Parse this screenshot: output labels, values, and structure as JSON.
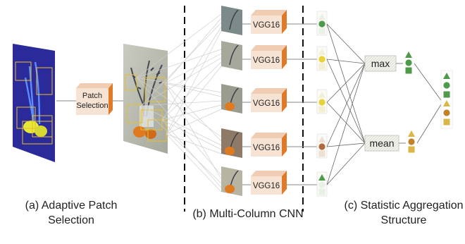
{
  "captions": {
    "a_line1": "(a) Adaptive Patch",
    "a_line2": "Selection",
    "b": "(b) Multi-Column CNN",
    "c_line1": "(c) Statistic Aggregation",
    "c_line2": "Structure"
  },
  "patch_selection": {
    "line1": "Patch",
    "line2": "Selection"
  },
  "vgg_label": "VGG16",
  "columns": 5,
  "aggregators": {
    "max": "max",
    "mean": "mean"
  },
  "column_icons": [
    [
      "triangle",
      "circle",
      "square"
    ],
    [
      "triangle",
      "circle",
      "square"
    ],
    [
      "triangle",
      "circle",
      "square"
    ],
    [
      "triangle",
      "circle",
      "square"
    ],
    [
      "triangle",
      "circle",
      "square"
    ]
  ],
  "column_highlight": [
    "circle",
    "circle",
    "circle",
    "circle",
    "triangle"
  ],
  "colors": {
    "green": "#4f9a4a",
    "yellow": "#e8d23a",
    "orange_brown": "#c0822d",
    "brown": "#b06a3e",
    "olive": "#d9b646",
    "box_fill": "#f6e3d4",
    "box_side": "#e07a28",
    "dashed": "#111111",
    "thumb_blue": "#2a2a9a"
  }
}
